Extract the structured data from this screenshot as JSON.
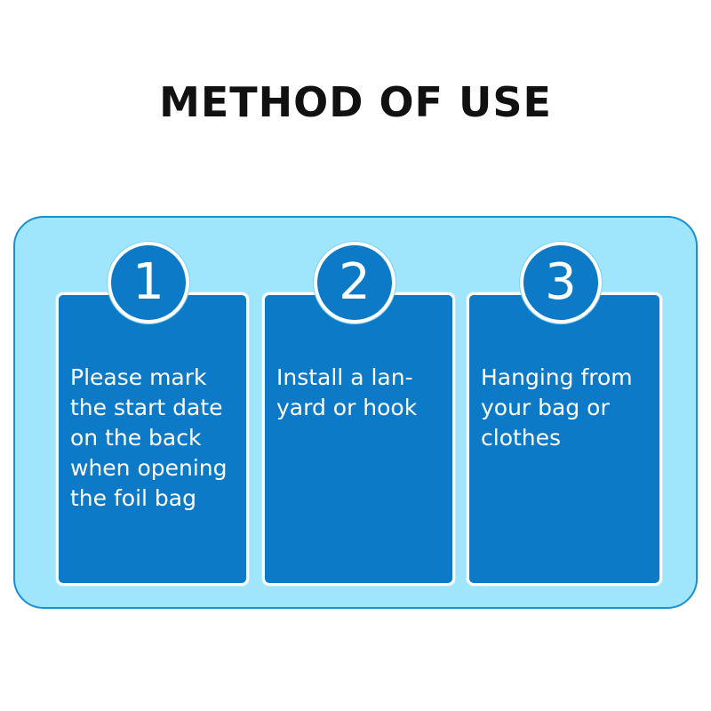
{
  "title": "METHOD OF USE",
  "colors": {
    "panel_background": "#9fe6fd",
    "panel_border": "#1b8fd2",
    "card_background": "#0d7ac8",
    "text_on_card": "#ffffff",
    "title_text": "#111111"
  },
  "steps": [
    {
      "number": "1",
      "text": "Please mark\nthe start date\non the back\nwhen opening\nthe foil bag"
    },
    {
      "number": "2",
      "text": "Install a lan-\nyard or hook"
    },
    {
      "number": "3",
      "text": "Hanging from\nyour bag or\nclothes"
    }
  ]
}
